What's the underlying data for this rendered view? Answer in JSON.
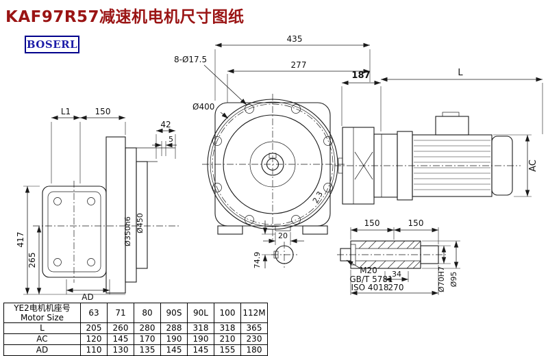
{
  "title": "KAF97R57减速机电机尺寸图纸",
  "logo": "BOSERL",
  "colors": {
    "title_text": "#9a1414",
    "logo_text": "#1d1da8",
    "logo_border": "#00008b",
    "drawing_line": "#1a1a1a",
    "background": "#ffffff"
  },
  "views": {
    "left": {
      "dim_L1": "L1",
      "dim_150": "150",
      "dim_42": "42",
      "dim_5": "5",
      "dim_417": "417",
      "dim_265": "265",
      "dim_AD": "AD",
      "dim_d350": "Ø350h6",
      "dim_d450": "Ø450"
    },
    "front": {
      "dim_435": "435",
      "dim_holes": "8-Ø17.5",
      "dim_277": "277",
      "dim_d400": "Ø400",
      "dim_20": "20",
      "dim_749": "74.9",
      "dim_surface": "2.3"
    },
    "side": {
      "dim_187": "187",
      "dim_L": "L",
      "dim_AC": "AC"
    },
    "shaft": {
      "dim_150_left": "150",
      "dim_150_right": "150",
      "thread": "M20",
      "standard_gb": "GB/T 5781",
      "standard_iso": "ISO 4018",
      "dim_34": "34",
      "dim_270": "270",
      "dim_d70": "Ø70H7",
      "dim_d95": "Ø95"
    }
  },
  "table": {
    "header_cn": "YE2电机机座号",
    "header_en": "Motor Size",
    "sizes": [
      "63",
      "71",
      "80",
      "90S",
      "90L",
      "100",
      "112M"
    ],
    "rows": [
      {
        "label": "L",
        "values": [
          "205",
          "260",
          "280",
          "288",
          "318",
          "318",
          "365"
        ]
      },
      {
        "label": "AC",
        "values": [
          "120",
          "145",
          "170",
          "190",
          "190",
          "210",
          "230"
        ]
      },
      {
        "label": "AD",
        "values": [
          "110",
          "130",
          "135",
          "145",
          "145",
          "155",
          "180"
        ]
      }
    ]
  }
}
